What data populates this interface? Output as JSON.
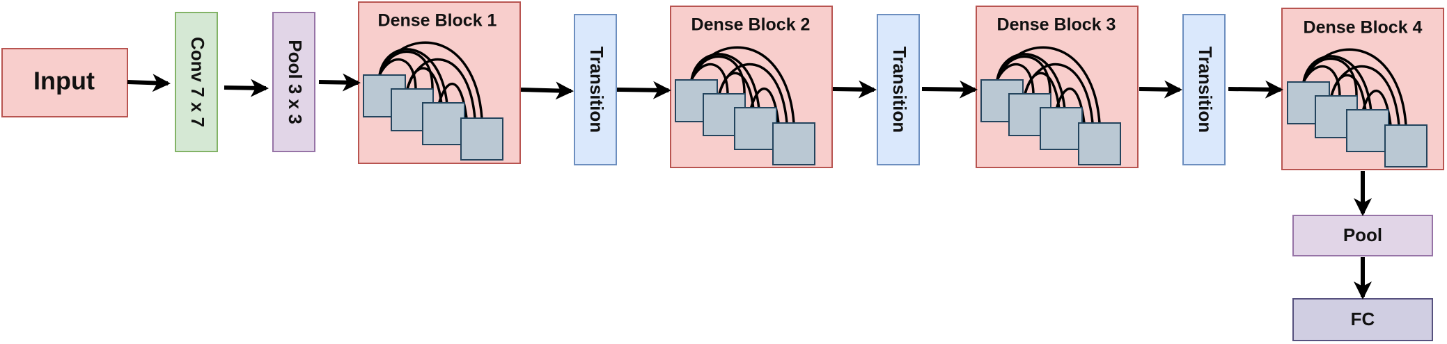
{
  "nodes": {
    "input": "Input",
    "conv": "Conv 7 x 7",
    "pool1": "Pool 3 x 3",
    "dense1": "Dense Block 1",
    "trans1": "Transition",
    "dense2": "Dense Block 2",
    "trans2": "Transition",
    "dense3": "Dense Block 3",
    "trans3": "Transition",
    "dense4": "Dense Block 4",
    "pool_out": "Pool",
    "fc": "FC"
  },
  "colors": {
    "input": {
      "fill": "#f8cecc",
      "stroke": "#b85450"
    },
    "conv": {
      "fill": "#d5e8d4",
      "stroke": "#82b366"
    },
    "pool": {
      "fill": "#e1d5e7",
      "stroke": "#9673a6"
    },
    "dense": {
      "fill": "#f8cecc",
      "stroke": "#b85450"
    },
    "transition": {
      "fill": "#dae8fc",
      "stroke": "#6c8ebf"
    },
    "fc": {
      "fill": "#d0cee2",
      "stroke": "#56517e"
    },
    "layer": {
      "fill": "#bac8d3",
      "stroke": "#23445d"
    },
    "arrow": "#000000"
  }
}
